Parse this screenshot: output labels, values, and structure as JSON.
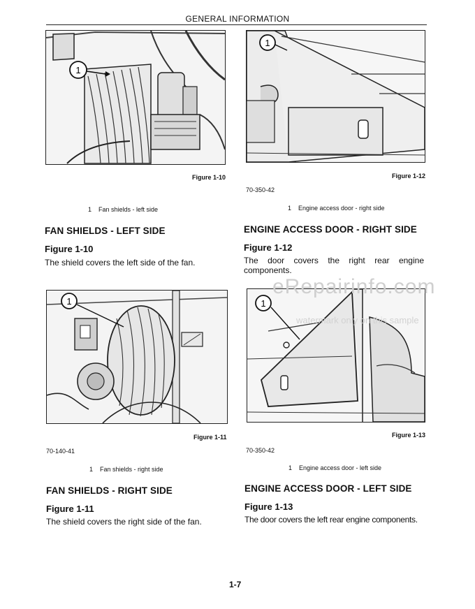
{
  "header": {
    "title": "GENERAL INFORMATION"
  },
  "page_number": "1-7",
  "watermark": {
    "brand": "eRepairinfo.com",
    "note": "watermark only on this sample"
  },
  "figures": [
    {
      "id": "fig10",
      "label": "Figure 1-10",
      "callout": "1",
      "code": "",
      "caption_num": "1",
      "caption_text": "Fan shields - left side"
    },
    {
      "id": "fig12",
      "label": "Figure 1-12",
      "callout": "1",
      "code": "70-350-42",
      "caption_num": "1",
      "caption_text": "Engine access door - right side"
    },
    {
      "id": "fig11",
      "label": "Figure 1-11",
      "callout": "1",
      "code": "70-140-41",
      "caption_num": "1",
      "caption_text": "Fan shields - right side"
    },
    {
      "id": "fig13",
      "label": "Figure 1-13",
      "callout": "1",
      "code": "70-350-42",
      "caption_num": "1",
      "caption_text": "Engine access door - left side"
    }
  ],
  "sections": [
    {
      "title": "FAN SHIELDS - LEFT SIDE",
      "figure": "Figure 1-10",
      "text": "The shield covers the left side of the fan."
    },
    {
      "title": "ENGINE ACCESS DOOR - RIGHT SIDE",
      "figure": "Figure 1-12",
      "text_line1": "The door covers the right rear engine",
      "text_line2": "components."
    },
    {
      "title": "FAN SHIELDS - RIGHT SIDE",
      "figure": "Figure 1-11",
      "text": "The shield covers the right side of the fan."
    },
    {
      "title": "ENGINE ACCESS DOOR - LEFT SIDE",
      "figure": "Figure 1-13",
      "text": "The door covers the left rear engine components."
    }
  ]
}
